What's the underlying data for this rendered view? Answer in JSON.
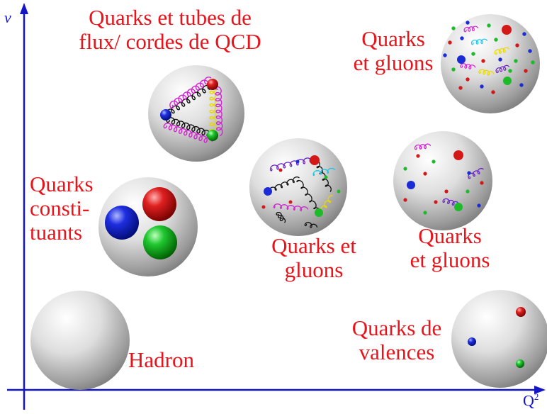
{
  "axes": {
    "y_label": "ν",
    "x_label": "Q",
    "x_label_sup": "2"
  },
  "labels": {
    "hadron": "Hadron",
    "constituent": [
      "Quarks",
      "consti-",
      "tuants"
    ],
    "flux_tubes": [
      "Quarks et tubes de",
      "flux/ cordes de QCD"
    ],
    "qg_middle": [
      "Quarks et",
      "gluons"
    ],
    "qg_right": [
      "Quarks",
      "et gluons"
    ],
    "qg_top": [
      "Quarks",
      "et gluons"
    ],
    "valence": [
      "Quarks de",
      "valences"
    ]
  },
  "colors": {
    "label": "#e8141b",
    "axis": "#1515c8",
    "quark_red": "#d41818",
    "quark_green": "#1dbb2a",
    "quark_blue": "#1b2bd6",
    "gluon_black": "#111111",
    "gluon_magenta": "#d222d2",
    "gluon_yellow": "#e8d800",
    "gluon_cyan": "#18c8e8",
    "gluon_purple": "#6a22c8"
  }
}
